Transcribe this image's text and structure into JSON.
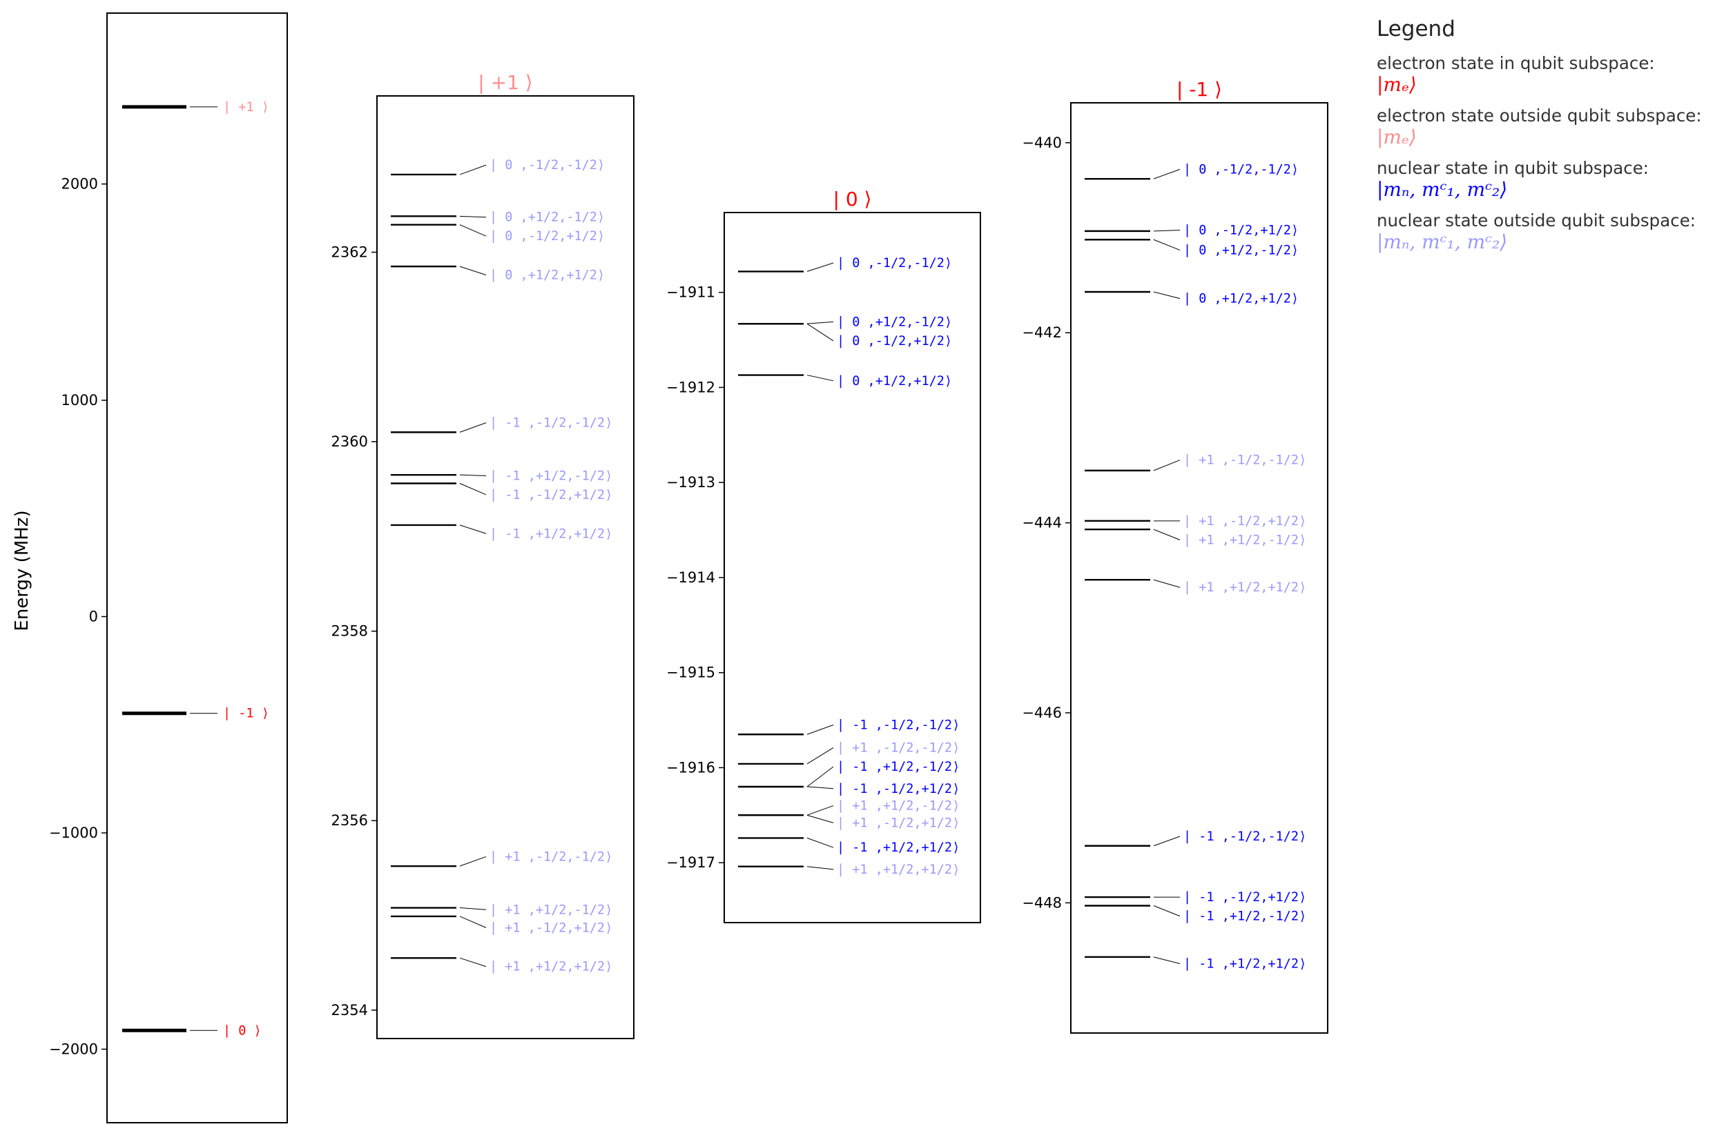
{
  "colors": {
    "in_subspace_electron": "#ff0000",
    "out_subspace_electron": "#ff8c8c",
    "in_subspace_nuclear": "#0000ff",
    "out_subspace_nuclear": "#9999ff",
    "level_line": "#000000"
  },
  "chart_data": [
    {
      "type": "energy-level",
      "title": "",
      "ylabel": "Energy (MHz)",
      "ylim": [
        -2340,
        2790
      ],
      "yticks": [
        -2000,
        -1000,
        0,
        1000,
        2000
      ],
      "ytick_labels": [
        "−2000",
        "−1000",
        "0",
        "1000",
        "2000"
      ],
      "levels": [
        {
          "energy": 2356.5,
          "label": "| +1 ⟩",
          "in_subspace": false
        },
        {
          "energy": -447.3,
          "label": "| -1 ⟩",
          "in_subspace": true
        },
        {
          "energy": -1913.3,
          "label": "|  0 ⟩",
          "in_subspace": true
        }
      ]
    },
    {
      "type": "energy-level",
      "title": "| +1 ⟩",
      "title_in_subspace": false,
      "ylim": [
        2353.7,
        2363.65
      ],
      "yticks": [
        2354,
        2356,
        2358,
        2360,
        2362
      ],
      "ytick_labels": [
        "2354",
        "2356",
        "2358",
        "2360",
        "2362"
      ],
      "levels": [
        {
          "energy": 2362.82,
          "label": "|  0 ,-1/2,-1/2⟩",
          "in_subspace": false,
          "label_at": 2362.92
        },
        {
          "energy": 2362.38,
          "label": "|  0 ,+1/2,-1/2⟩",
          "in_subspace": false,
          "label_at": 2362.37
        },
        {
          "energy": 2362.29,
          "label": "|  0 ,-1/2,+1/2⟩",
          "in_subspace": false,
          "label_at": 2362.17
        },
        {
          "energy": 2361.85,
          "label": "|  0 ,+1/2,+1/2⟩",
          "in_subspace": false,
          "label_at": 2361.76
        },
        {
          "energy": 2360.1,
          "label": "| -1 ,-1/2,-1/2⟩",
          "in_subspace": false,
          "label_at": 2360.2
        },
        {
          "energy": 2359.65,
          "label": "| -1 ,+1/2,-1/2⟩",
          "in_subspace": false,
          "label_at": 2359.64
        },
        {
          "energy": 2359.56,
          "label": "| -1 ,-1/2,+1/2⟩",
          "in_subspace": false,
          "label_at": 2359.44
        },
        {
          "energy": 2359.12,
          "label": "| -1 ,+1/2,+1/2⟩",
          "in_subspace": false,
          "label_at": 2359.03
        },
        {
          "energy": 2355.52,
          "label": "| +1 ,-1/2,-1/2⟩",
          "in_subspace": false,
          "label_at": 2355.62
        },
        {
          "energy": 2355.08,
          "label": "| +1 ,+1/2,-1/2⟩",
          "in_subspace": false,
          "label_at": 2355.06
        },
        {
          "energy": 2354.99,
          "label": "| +1 ,-1/2,+1/2⟩",
          "in_subspace": false,
          "label_at": 2354.87
        },
        {
          "energy": 2354.55,
          "label": "| +1 ,+1/2,+1/2⟩",
          "in_subspace": false,
          "label_at": 2354.46
        }
      ]
    },
    {
      "type": "energy-level",
      "title": "|  0 ⟩",
      "title_in_subspace": true,
      "ylim": [
        -1917.63,
        -1910.16
      ],
      "yticks": [
        -1911,
        -1912,
        -1913,
        -1914,
        -1915,
        -1916,
        -1917
      ],
      "ytick_labels": [
        "−1911",
        "−1912",
        "−1913",
        "−1914",
        "−1915",
        "−1916",
        "−1917"
      ],
      "levels": [
        {
          "energy": -1910.78,
          "label": "|  0 ,-1/2,-1/2⟩",
          "in_subspace": true,
          "label_at": -1910.69
        },
        {
          "energy": -1911.33,
          "label": "|  0 ,+1/2,-1/2⟩",
          "in_subspace": true,
          "label_at": -1911.31
        },
        {
          "energy": -1911.33,
          "label": "|  0 ,-1/2,+1/2⟩",
          "in_subspace": true,
          "label_at": -1911.51
        },
        {
          "energy": -1911.87,
          "label": "|  0 ,+1/2,+1/2⟩",
          "in_subspace": true,
          "label_at": -1911.93
        },
        {
          "energy": -1915.65,
          "label": "| -1 ,-1/2,-1/2⟩",
          "in_subspace": true,
          "label_at": -1915.55
        },
        {
          "energy": -1915.96,
          "label": "| +1 ,-1/2,-1/2⟩",
          "in_subspace": false,
          "label_at": -1915.79
        },
        {
          "energy": -1916.2,
          "label": "| -1 ,+1/2,-1/2⟩",
          "in_subspace": true,
          "label_at": -1915.99
        },
        {
          "energy": -1916.2,
          "label": "| -1 ,-1/2,+1/2⟩",
          "in_subspace": true,
          "label_at": -1916.22
        },
        {
          "energy": -1916.5,
          "label": "| +1 ,+1/2,-1/2⟩",
          "in_subspace": false,
          "label_at": -1916.4
        },
        {
          "energy": -1916.5,
          "label": "| +1 ,-1/2,+1/2⟩",
          "in_subspace": false,
          "label_at": -1916.58
        },
        {
          "energy": -1916.74,
          "label": "| -1 ,+1/2,+1/2⟩",
          "in_subspace": true,
          "label_at": -1916.84
        },
        {
          "energy": -1917.04,
          "label": "| +1 ,+1/2,+1/2⟩",
          "in_subspace": false,
          "label_at": -1917.07
        }
      ]
    },
    {
      "type": "energy-level",
      "title": "| -1 ⟩",
      "title_in_subspace": true,
      "ylim": [
        -449.37,
        -439.58
      ],
      "yticks": [
        -440,
        -442,
        -444,
        -446,
        -448
      ],
      "ytick_labels": [
        "−440",
        "−442",
        "−444",
        "−446",
        "−448"
      ],
      "levels": [
        {
          "energy": -440.38,
          "label": "|  0 ,-1/2,-1/2⟩",
          "in_subspace": true,
          "label_at": -440.28
        },
        {
          "energy": -440.93,
          "label": "|  0 ,-1/2,+1/2⟩",
          "in_subspace": true,
          "label_at": -440.92
        },
        {
          "energy": -441.02,
          "label": "|  0 ,+1/2,-1/2⟩",
          "in_subspace": true,
          "label_at": -441.13
        },
        {
          "energy": -441.57,
          "label": "|  0 ,+1/2,+1/2⟩",
          "in_subspace": true,
          "label_at": -441.64
        },
        {
          "energy": -443.45,
          "label": "| +1 ,-1/2,-1/2⟩",
          "in_subspace": false,
          "label_at": -443.34
        },
        {
          "energy": -443.98,
          "label": "| +1 ,-1/2,+1/2⟩",
          "in_subspace": false,
          "label_at": -443.98
        },
        {
          "energy": -444.07,
          "label": "| +1 ,+1/2,-1/2⟩",
          "in_subspace": false,
          "label_at": -444.18
        },
        {
          "energy": -444.6,
          "label": "| +1 ,+1/2,+1/2⟩",
          "in_subspace": false,
          "label_at": -444.68
        },
        {
          "energy": -447.4,
          "label": "| -1 ,-1/2,-1/2⟩",
          "in_subspace": true,
          "label_at": -447.3
        },
        {
          "energy": -447.94,
          "label": "| -1 ,-1/2,+1/2⟩",
          "in_subspace": true,
          "label_at": -447.94
        },
        {
          "energy": -448.03,
          "label": "| -1 ,+1/2,-1/2⟩",
          "in_subspace": true,
          "label_at": -448.14
        },
        {
          "energy": -448.57,
          "label": "| -1 ,+1/2,+1/2⟩",
          "in_subspace": true,
          "label_at": -448.64
        }
      ]
    }
  ],
  "legend": {
    "title": "Legend",
    "entries": [
      {
        "text": "electron state in qubit subspace:",
        "symbol": "|mₑ⟩",
        "in_subspace": true,
        "kind": "electron"
      },
      {
        "text": "electron state outside qubit subspace:",
        "symbol": "|mₑ⟩",
        "in_subspace": false,
        "kind": "electron"
      },
      {
        "text": "nuclear state in qubit subspace:",
        "symbol": "|mₙ, mᶜ₁, mᶜ₂⟩",
        "in_subspace": true,
        "kind": "nuclear"
      },
      {
        "text": "nuclear state outside qubit subspace:",
        "symbol": "|mₙ, mᶜ₁, mᶜ₂⟩",
        "in_subspace": false,
        "kind": "nuclear"
      }
    ]
  }
}
